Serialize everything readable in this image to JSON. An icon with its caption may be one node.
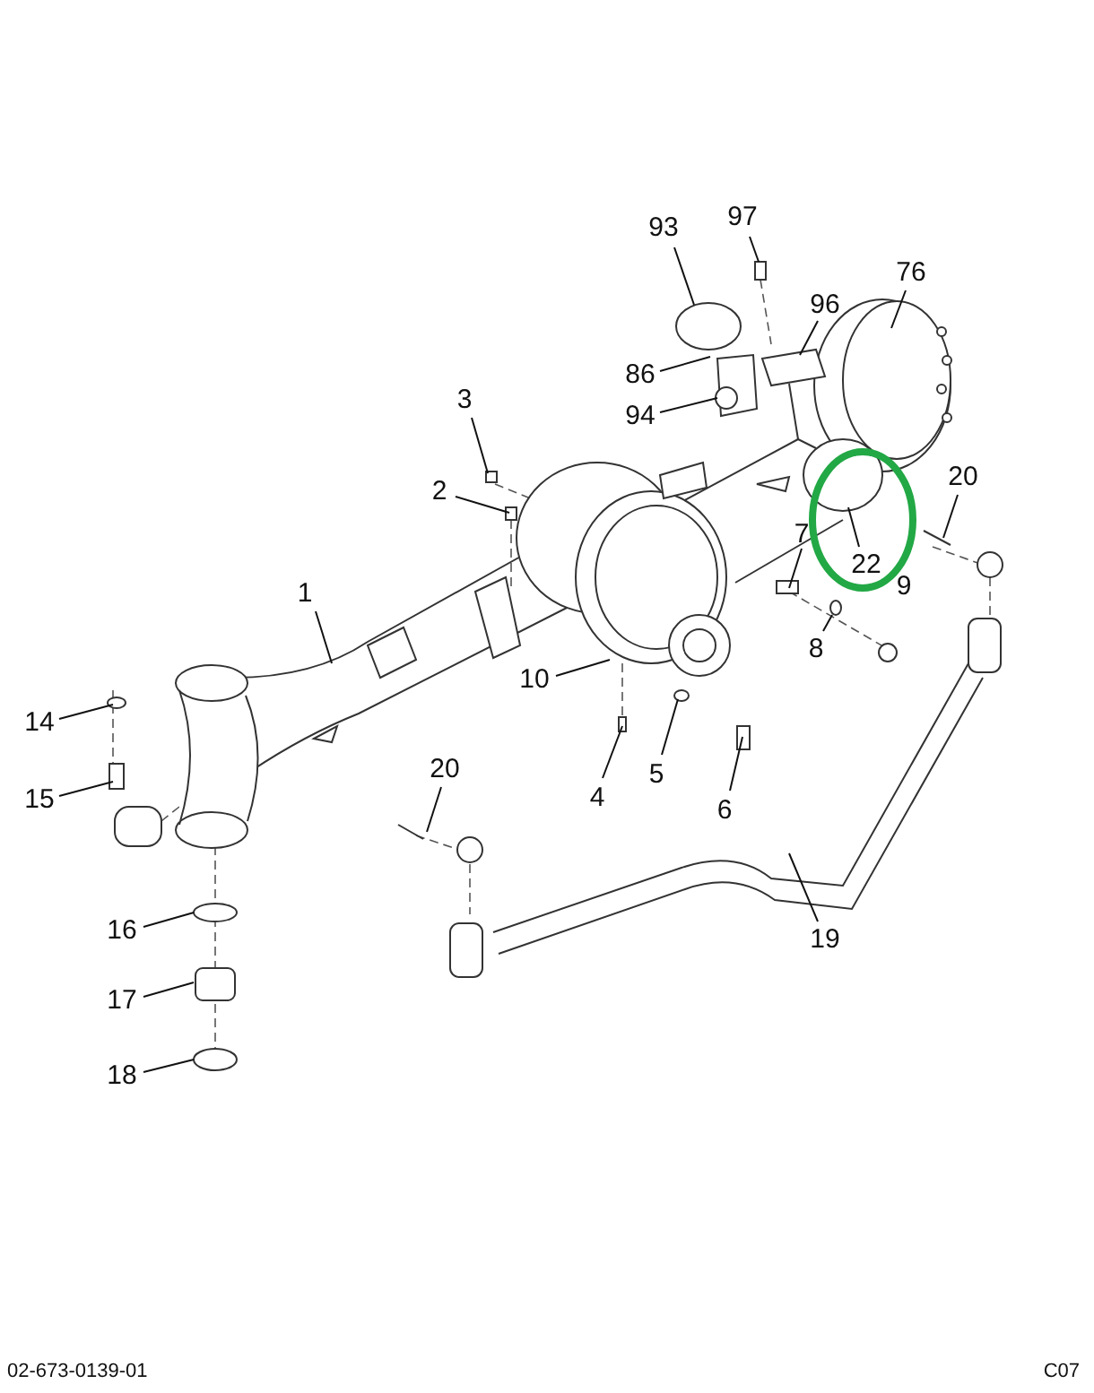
{
  "diagram": {
    "nodes": [
      {
        "text": [
          "93"
        ]
      },
      {
        "text": [
          "97"
        ]
      },
      {
        "text": [
          "76"
        ]
      },
      {
        "text": [
          "96"
        ]
      },
      {
        "text": [
          "86"
        ]
      },
      {
        "text": [
          "94"
        ]
      },
      {
        "text": [
          "3"
        ]
      },
      {
        "text": [
          "2"
        ]
      },
      {
        "text": [
          "20"
        ]
      },
      {
        "text": [
          "7"
        ]
      },
      {
        "text": [
          "22"
        ]
      },
      {
        "text": [
          "1"
        ]
      },
      {
        "text": [
          "14"
        ]
      },
      {
        "text": [
          "10"
        ]
      },
      {
        "text": [
          "8"
        ]
      },
      {
        "text": [
          "15"
        ]
      },
      {
        "text": [
          "4"
        ]
      },
      {
        "text": [
          "5"
        ]
      },
      {
        "text": [
          "6"
        ]
      },
      {
        "text": [
          "20"
        ]
      },
      {
        "text": [
          "19"
        ]
      },
      {
        "text": [
          "16"
        ]
      },
      {
        "text": [
          "17"
        ]
      },
      {
        "text": [
          "18"
        ]
      }
    ],
    "edges": [
      {
        "from": 0,
        "to": null,
        "arrow": "none"
      },
      {
        "from": 1,
        "to": null,
        "arrow": "none"
      },
      {
        "from": 2,
        "to": null,
        "arrow": "none"
      },
      {
        "from": 3,
        "to": null,
        "arrow": "none"
      },
      {
        "from": 4,
        "to": null,
        "arrow": "none"
      },
      {
        "from": 5,
        "to": null,
        "arrow": "none"
      },
      {
        "from": 6,
        "to": null,
        "arrow": "none"
      },
      {
        "from": 7,
        "to": null,
        "arrow": "none"
      },
      {
        "from": 8,
        "to": null,
        "arrow": "none"
      },
      {
        "from": 9,
        "to": null,
        "arrow": "none"
      },
      {
        "from": 10,
        "to": null,
        "arrow": "none"
      },
      {
        "from": 11,
        "to": null,
        "arrow": "none"
      },
      {
        "from": 12,
        "to": null,
        "arrow": "none"
      },
      {
        "from": 13,
        "to": null,
        "arrow": "none"
      },
      {
        "from": 14,
        "to": null,
        "arrow": "none"
      },
      {
        "from": 15,
        "to": null,
        "arrow": "none"
      },
      {
        "from": 16,
        "to": null,
        "arrow": "none"
      },
      {
        "from": 17,
        "to": null,
        "arrow": "none"
      },
      {
        "from": 18,
        "to": null,
        "arrow": "none"
      },
      {
        "from": 19,
        "to": null,
        "arrow": "none"
      },
      {
        "from": 20,
        "to": null,
        "arrow": "none"
      },
      {
        "from": 21,
        "to": null,
        "arrow": "none"
      },
      {
        "from": 22,
        "to": null,
        "arrow": "none"
      },
      {
        "from": 23,
        "to": null,
        "arrow": "none"
      }
    ],
    "labels": [
      "9",
      "02-673-0139-01",
      "C07"
    ]
  }
}
